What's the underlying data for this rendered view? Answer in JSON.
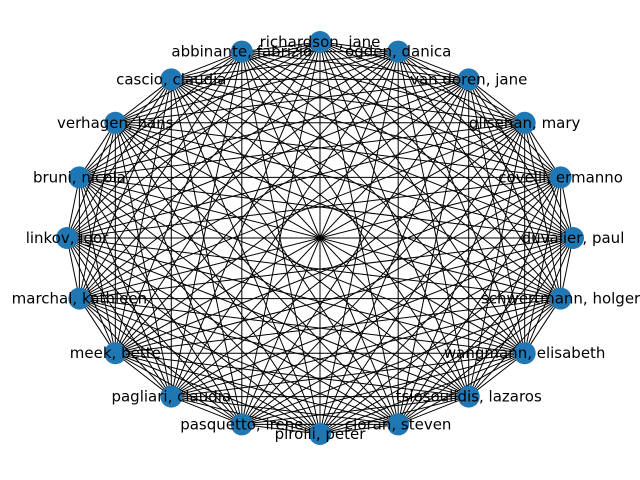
{
  "graph": {
    "type": "complete-graph",
    "layout": "circular",
    "node_color": "#1f77b4",
    "edge_color": "#000000",
    "nodes": [
      "richardson, jane",
      "ogden, danica",
      "van doren, jane",
      "glisenan, mary",
      "covelli, ermanno",
      "duvalier, paul",
      "schwertmann, holger",
      "wangmann, elisabeth",
      "tsiosoulidis, lazaros",
      "cloran, steven",
      "pirolli, peter",
      "pasquetto, irene",
      "pagliari, claudia",
      "meek, bette",
      "marchal, kathleen",
      "linkov, igor",
      "bruni, nicola",
      "verhagen, hans",
      "cascio, claudia",
      "abbinante, fabrizio"
    ]
  }
}
